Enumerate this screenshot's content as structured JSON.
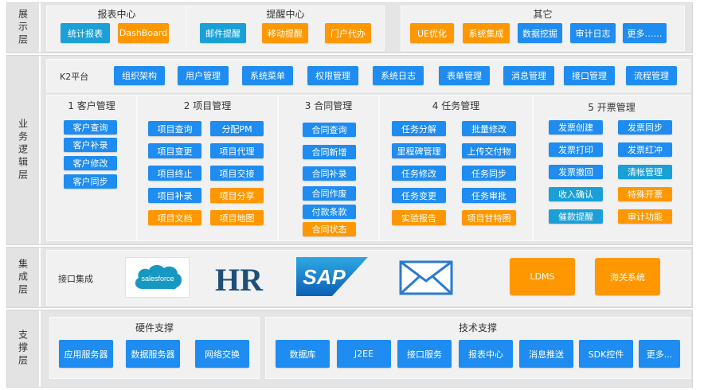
{
  "colors": {
    "blue": "#1e8cf0",
    "orange": "#ff9800",
    "teal": "#1aa0d6",
    "layer_bg": "#e5e5e5",
    "panel_bg": "#f1f1f1"
  },
  "layers": {
    "presentation": "展示层",
    "business": "业务逻辑层",
    "integration": "集成层",
    "support": "支撑层"
  },
  "presentation": {
    "report": {
      "title": "报表中心",
      "items": [
        "统计报表",
        "DashBoard"
      ]
    },
    "reminder": {
      "title": "提醒中心",
      "items": [
        "邮件提醒",
        "移动提醒",
        "门户代办"
      ]
    },
    "other": {
      "title": "其它",
      "items": [
        "UE优化",
        "系统集成",
        "数据挖掘",
        "审计日志",
        "更多……"
      ]
    }
  },
  "platform": {
    "label": "K2平台",
    "items": [
      "组织架构",
      "用户管理",
      "系统菜单",
      "权限管理",
      "系统日志",
      "表单管理",
      "消息管理",
      "接口管理",
      "流程管理"
    ]
  },
  "modules": {
    "customer": {
      "title": "1 客户管理",
      "items": [
        "客户查询",
        "客户补录",
        "客户修改",
        "客户同步"
      ]
    },
    "project": {
      "title": "2 项目管理",
      "items": [
        "项目查询",
        "分配PM",
        "项目变更",
        "项目代理",
        "项目终止",
        "项目交接",
        "项目补录",
        "项目分享",
        "项目文档",
        "项目地图"
      ]
    },
    "contract": {
      "title": "3 合同管理",
      "items": [
        "合同查询",
        "合同新增",
        "合同补录",
        "合同作废",
        "付款条款",
        "合同状态"
      ]
    },
    "task": {
      "title": "4 任务管理",
      "items": [
        "任务分解",
        "批量修改",
        "里程碑管理",
        "上传交付物",
        "任务修改",
        "任务同步",
        "任务变更",
        "任务审批",
        "实验报告",
        "项目甘特图"
      ]
    },
    "invoice": {
      "title": "5 开票管理",
      "items": [
        "发票创建",
        "发票同步",
        "发票打印",
        "发票红冲",
        "发票撤回",
        "清帐管理",
        "收入确认",
        "特殊开票",
        "催款提醒",
        "审计功能"
      ]
    }
  },
  "integration": {
    "label": "接口集成",
    "logos": [
      "salesforce",
      "HR",
      "SAP",
      "mail-icon"
    ],
    "salesforce_text": "salesforce",
    "hr_text": "HR",
    "sap_text": "SAP",
    "items": [
      "LDMS",
      "海关系统"
    ]
  },
  "support": {
    "hardware": {
      "title": "硬件支撑",
      "items": [
        "应用服务器",
        "数据服务器",
        "网络交换"
      ]
    },
    "tech": {
      "title": "技术支撑",
      "items": [
        "数据库",
        "J2EE",
        "接口服务",
        "报表中心",
        "消息推送",
        "SDK控件",
        "更多..."
      ]
    }
  }
}
